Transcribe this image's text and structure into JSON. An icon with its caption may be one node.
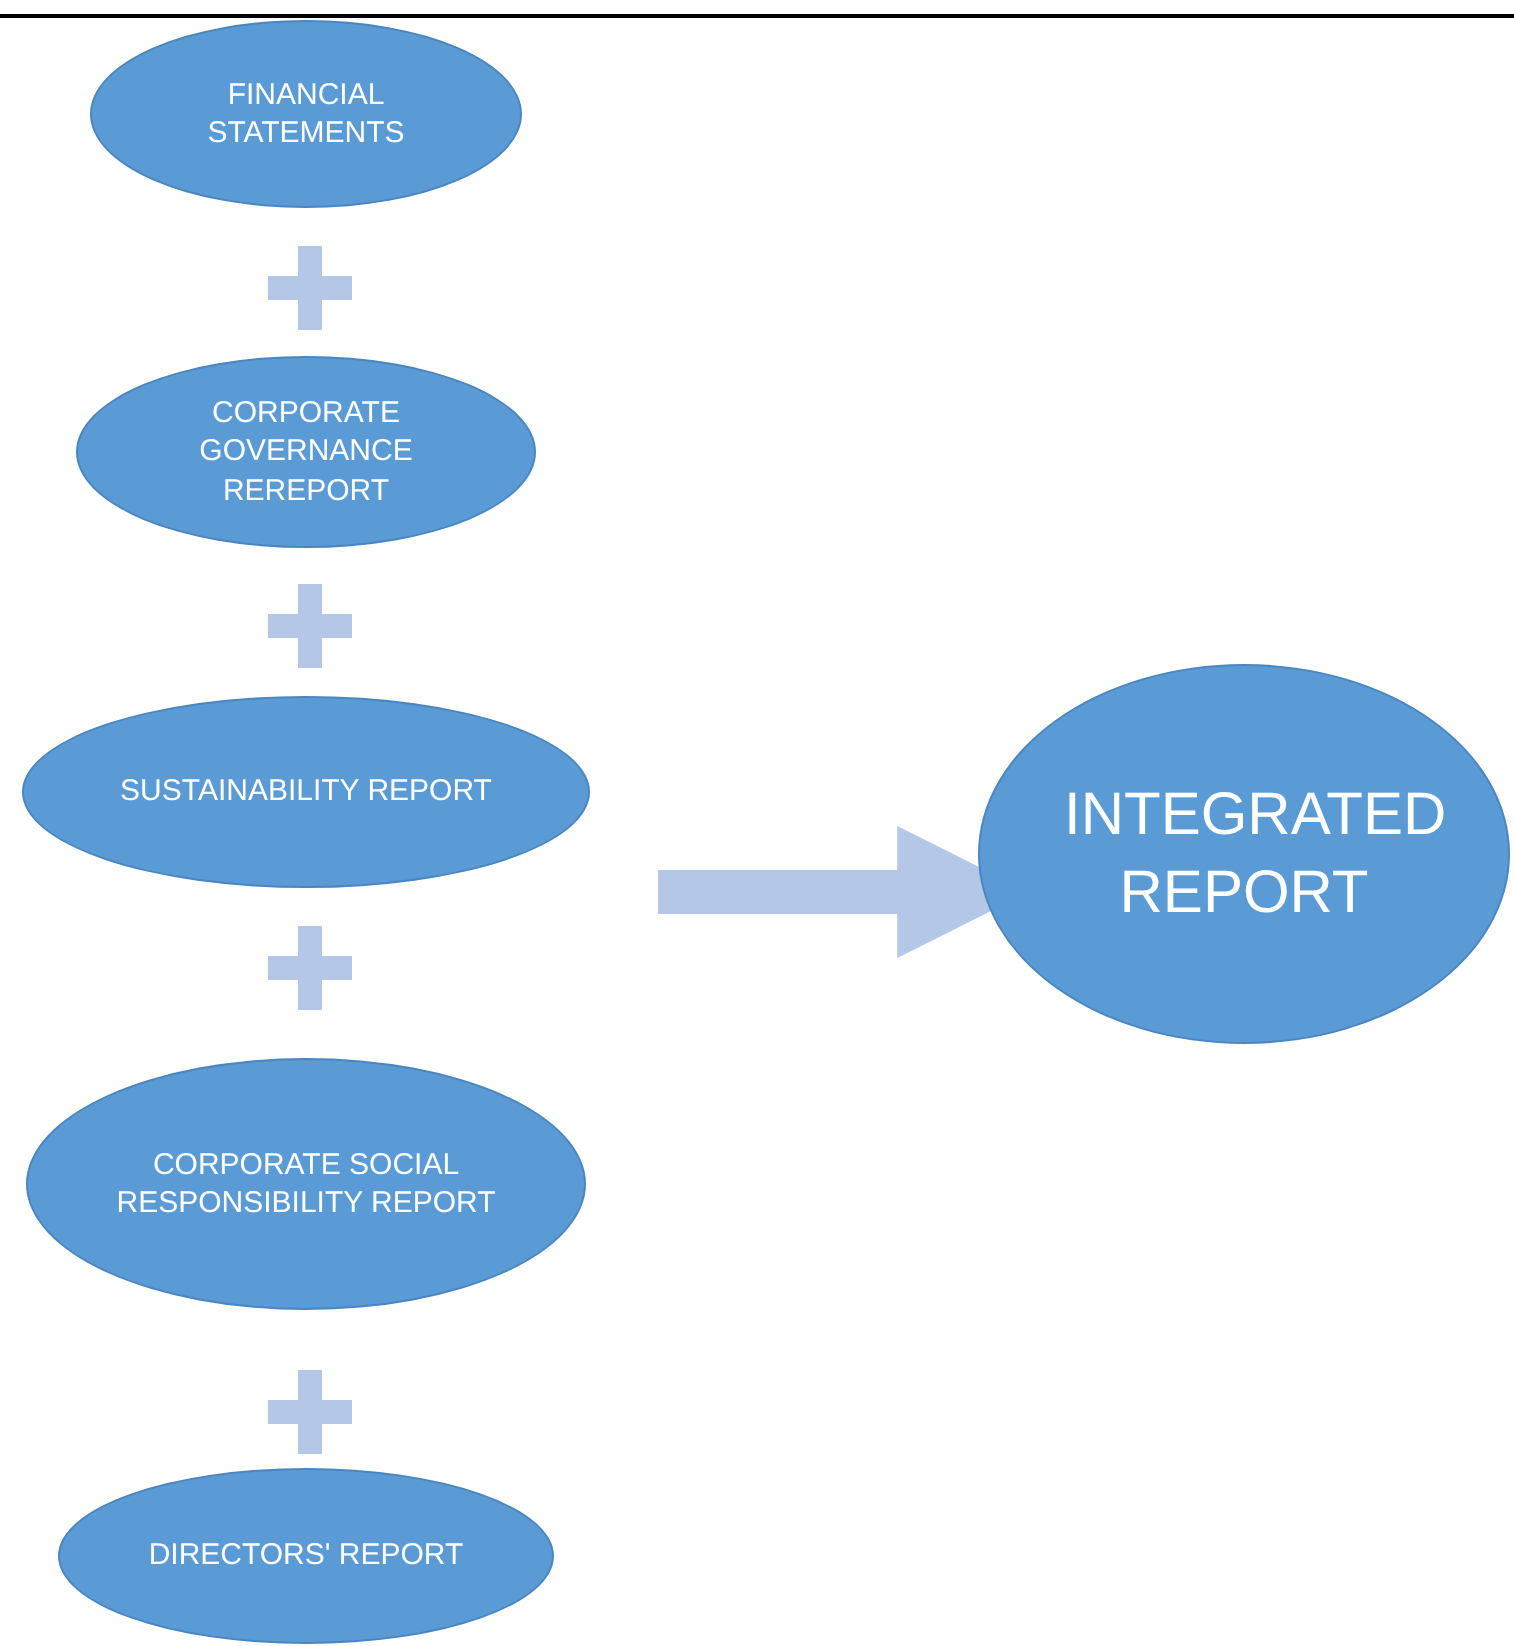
{
  "diagram": {
    "nodes": [
      {
        "text": [
          "FINANCIAL STATEMENTS"
        ]
      },
      {
        "text": [
          "CORPORATE GOVERNANCE REREPORT"
        ]
      },
      {
        "text": [
          "SUSTAINABILITY REPORT"
        ]
      },
      {
        "text": [
          "CORPORATE SOCIAL RESPONSIBILITY REPORT"
        ]
      },
      {
        "text": [
          "DIRECTORS' REPORT"
        ]
      },
      {
        "text": [
          "INTEGRATED REPORT"
        ]
      }
    ],
    "edges": [
      {
        "from": null,
        "to": 5,
        "arrow": "to"
      }
    ]
  }
}
